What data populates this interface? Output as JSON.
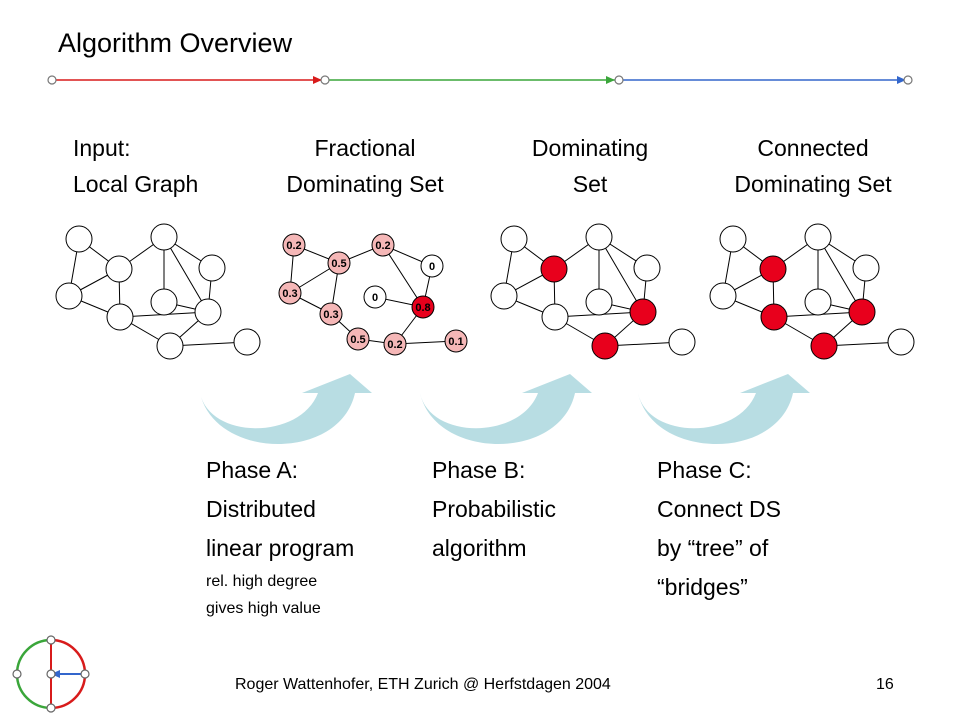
{
  "title": "Algorithm Overview",
  "columns": [
    {
      "line1": "Input:",
      "line2": "Local Graph"
    },
    {
      "line1": "Fractional",
      "line2": "Dominating Set"
    },
    {
      "line1": "Dominating",
      "line2": "Set"
    },
    {
      "line1": "Connected",
      "line2": "Dominating Set"
    }
  ],
  "fractional_values": [
    "0.2",
    "0.5",
    "0.2",
    "0",
    "0.3",
    "0",
    "0.8",
    "0.3",
    "0.5",
    "0.2",
    "0.1"
  ],
  "phases": [
    {
      "lines": [
        "Phase A:",
        "Distributed",
        "linear program"
      ],
      "small": [
        "rel. high degree",
        "gives high value"
      ]
    },
    {
      "lines": [
        "Phase B:",
        "Probabilistic",
        "algorithm"
      ],
      "small": []
    },
    {
      "lines": [
        "Phase C:",
        "Connect DS",
        "by “tree” of",
        "“bridges”"
      ],
      "small": []
    }
  ],
  "footer": {
    "author": "Roger Wattenhofer, ETH Zurich @ Herfstdagen 2004",
    "page": "16"
  },
  "colors": {
    "red": "#e8001c",
    "pink": "#f5b7b7",
    "green": "#3aa63a",
    "blue": "#3366cc",
    "arrow": "#b8dde3"
  }
}
